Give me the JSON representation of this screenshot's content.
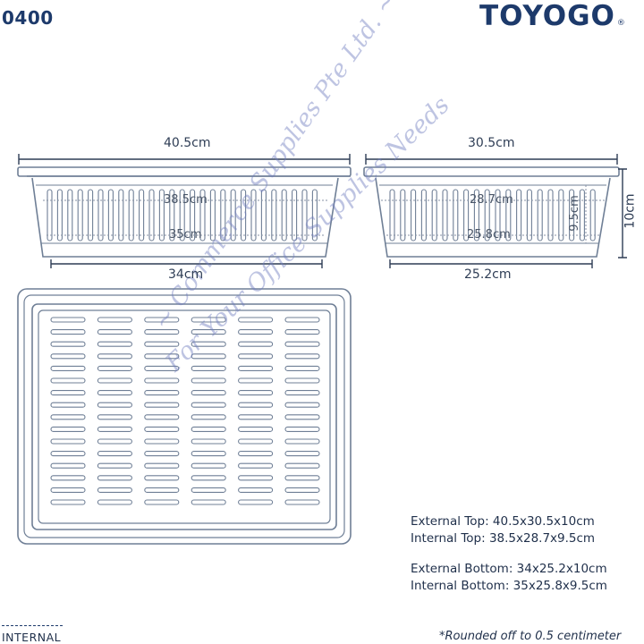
{
  "header": {
    "product_code": "0400",
    "brand": "TOYOGO",
    "brand_mark": "®"
  },
  "dimensions": {
    "side_length_top": "40.5cm",
    "side_length_bottom": "34cm",
    "side_inner_top": "38.5cm",
    "side_inner_bottom": "35cm",
    "end_width_top": "30.5cm",
    "end_width_bottom": "25.2cm",
    "end_inner_top": "28.7cm",
    "end_inner_bottom": "25.8cm",
    "end_inner_height": "9.5cm",
    "end_height": "10cm"
  },
  "specs": {
    "external_top": "External Top: 40.5x30.5x10cm",
    "internal_top": "Internal Top: 38.5x28.7x9.5cm",
    "external_bottom": "External Bottom: 34x25.2x10cm",
    "internal_bottom": "Internal Bottom: 35x25.8x9.5cm"
  },
  "footer": {
    "internal_label": "INTERNAL",
    "rounding_note": "*Rounded off to 0.5 centimeter"
  },
  "watermark": {
    "line1": "~ Commerce Supplies Pte Ltd. ~",
    "line2": "For Your Office Supplies Needs"
  },
  "colors": {
    "outline": "#6f7f96",
    "text": "#1d3a6b"
  }
}
